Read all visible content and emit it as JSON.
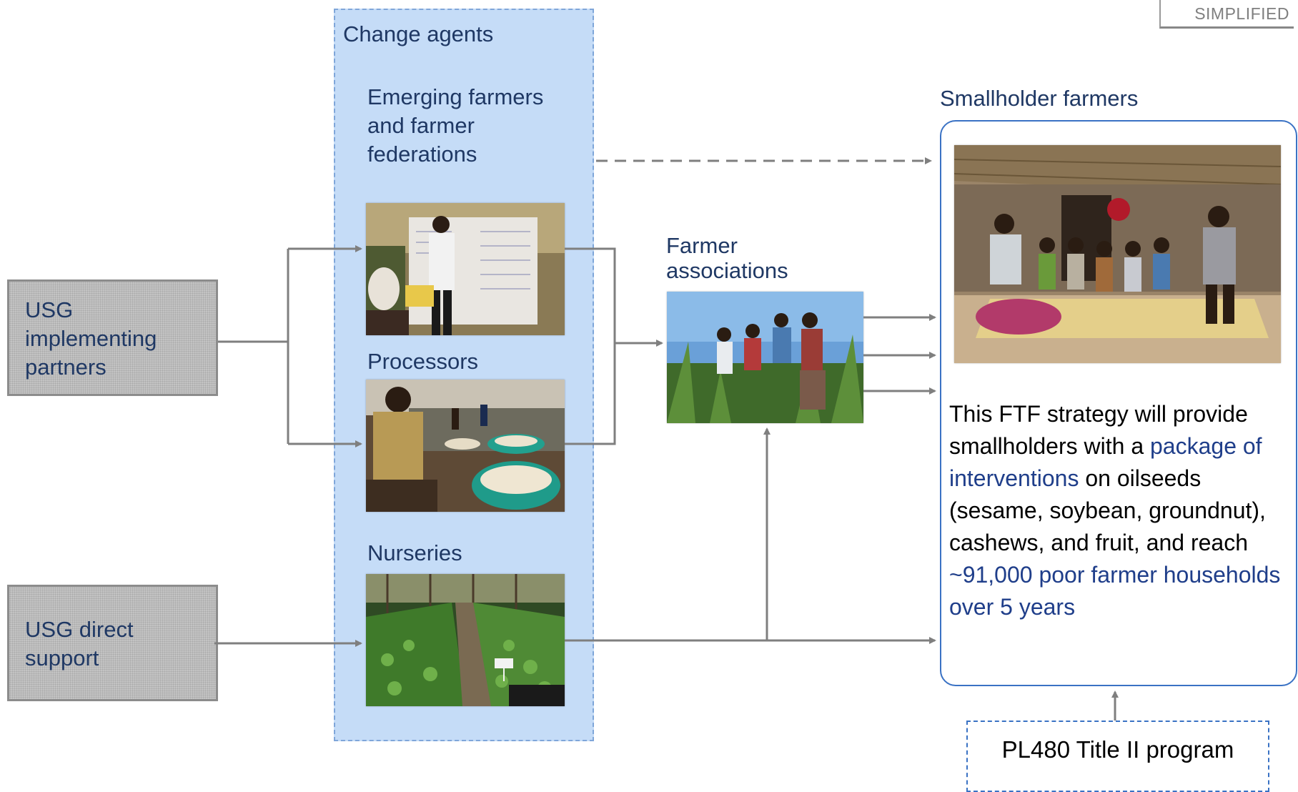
{
  "badge": "SIMPLIFIED",
  "change_agents": {
    "title": "Change agents",
    "emerging_label": "Emerging farmers and farmer federations",
    "processors_label": "Processors",
    "nurseries_label": "Nurseries"
  },
  "sources": {
    "implementing_partners": "USG implementing partners",
    "direct_support": "USG direct support"
  },
  "farmer_associations": {
    "label": "Farmer associations"
  },
  "smallholders": {
    "title": "Smallholder farmers",
    "description_1": "This FTF strategy will provide smallholders with a ",
    "highlight_1": "package of interventions",
    "description_2": " on oilseeds (sesame, soybean, groundnut), cashews, and fruit, and reach ",
    "highlight_2": "~91,000 poor farmer households over 5 years"
  },
  "pl480": {
    "label": "PL480 Title II program"
  },
  "colors": {
    "accent_blue": "#3a72c4",
    "panel_blue": "#c5dcf7",
    "text_navy": "#1f3864",
    "arrow_gray": "#7f7f7f",
    "box_gray": "#c3c3c3"
  }
}
